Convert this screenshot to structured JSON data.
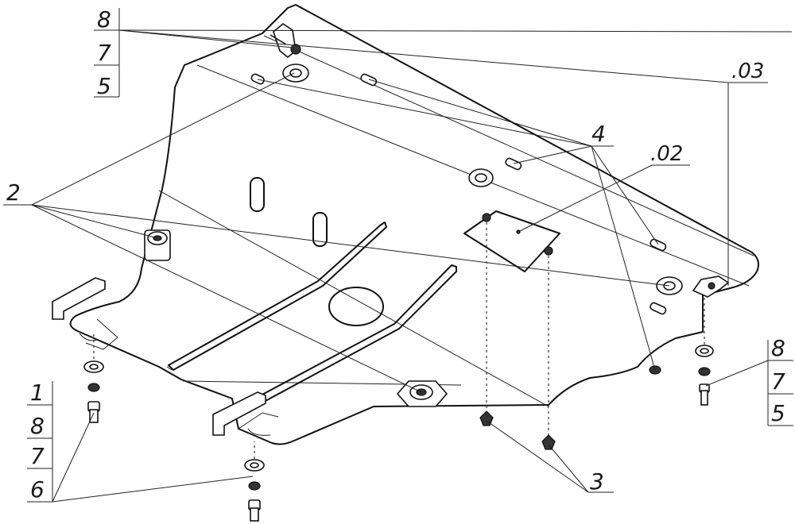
{
  "callouts": {
    "top_left": [
      "8",
      "7",
      "5"
    ],
    "bottom_left": [
      "1",
      "8",
      "7",
      "6"
    ],
    "right": [
      "8",
      "7",
      "5"
    ],
    "part_2": "2",
    "part_3": "3",
    "part_4": "4",
    "sub_02": ".02",
    "sub_03": ".03"
  }
}
